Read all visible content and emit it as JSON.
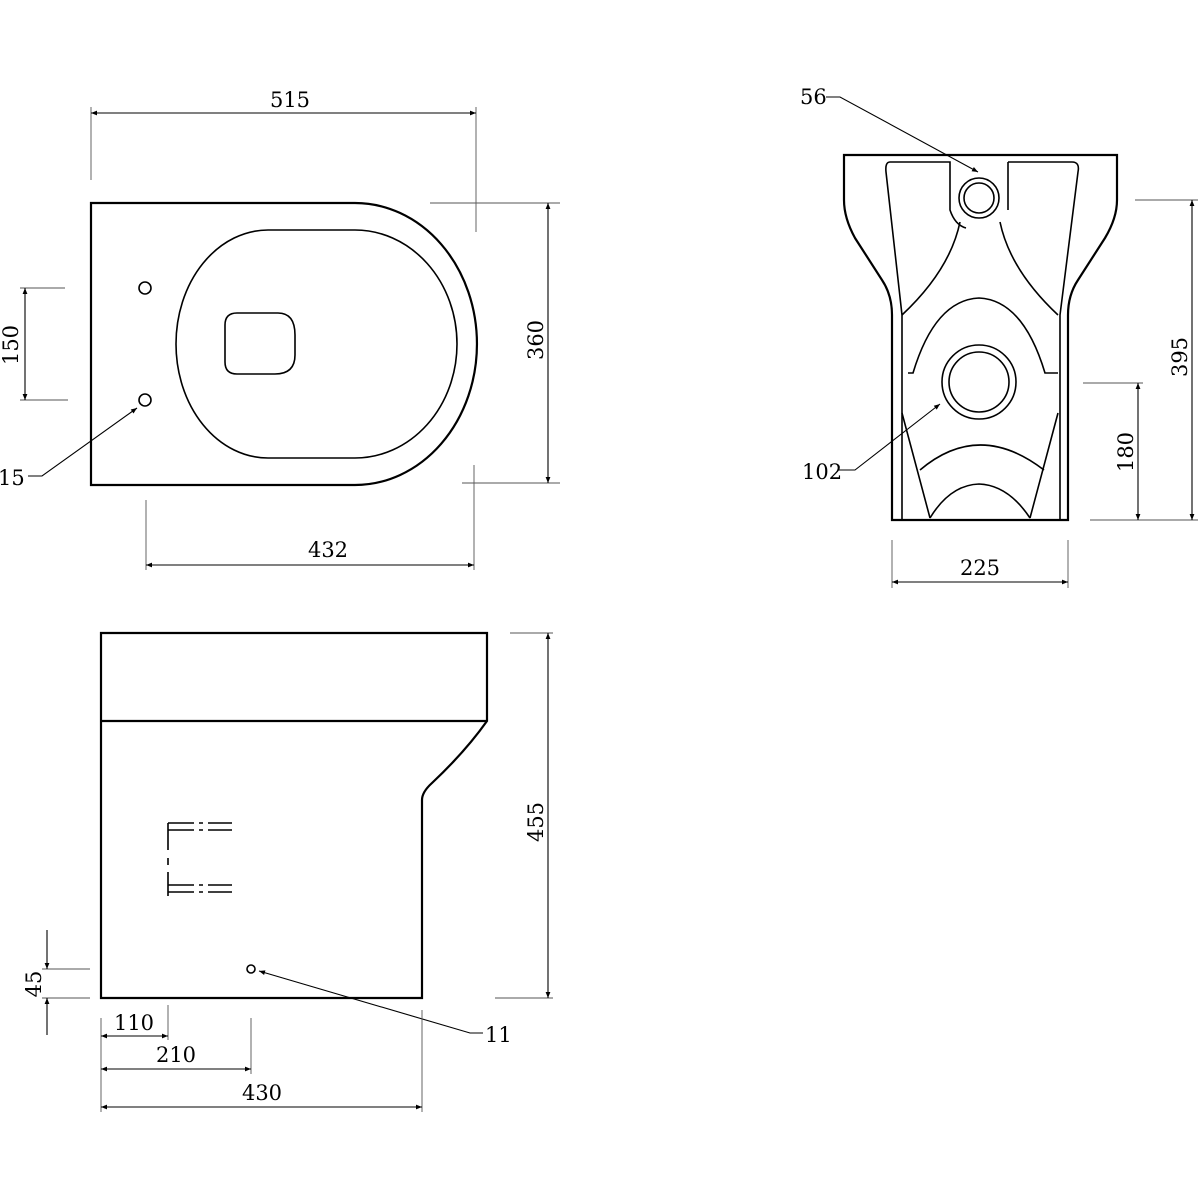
{
  "top_view": {
    "width": "515",
    "depth": "360",
    "hole_spacing": "150",
    "fixing_holes": "15",
    "pan_length": "432"
  },
  "rear_view": {
    "inlet": "56",
    "outlet": "102",
    "height": "395",
    "outlet_height": "180",
    "base_width": "225"
  },
  "side_view": {
    "height": "455",
    "hole_height": "45",
    "dim_110": "110",
    "dim_210": "210",
    "depth": "430",
    "fixing_hole": "11"
  }
}
